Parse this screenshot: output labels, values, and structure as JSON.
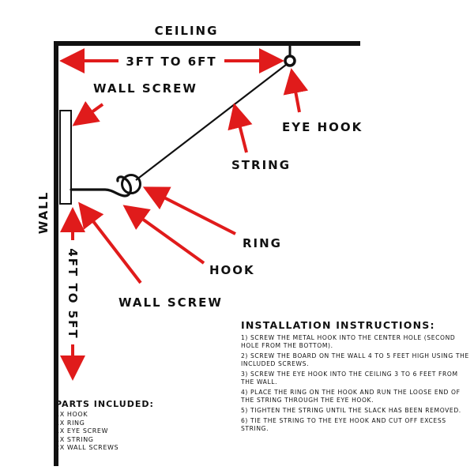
{
  "labels": {
    "ceiling": "CEILING",
    "ceiling_span": "3FT TO 6FT",
    "wall_screw_top": "WALL SCREW",
    "eye_hook": "EYE HOOK",
    "string": "STRING",
    "wall": "WALL",
    "ring": "RING",
    "hook": "HOOK",
    "wall_span": "4FT TO 5FT",
    "wall_screw_bottom": "WALL SCREW"
  },
  "instructions": {
    "title": "INSTALLATION INSTRUCTIONS:",
    "steps": [
      "1) Screw the metal hook into the center hole (second hole from the bottom).",
      "2) Screw the board on the wall 4 to 5 feet high using the included screws.",
      "3) Screw the eye hook into the ceiling 3 to 6 feet from the wall.",
      "4) Place the ring on the hook and run the loose end of the string through the eye hook.",
      "5) Tighten the string until the slack has been removed.",
      "6) Tie the string to the eye hook and cut off excess string."
    ]
  },
  "parts": {
    "title": "PARTS INCLUDED:",
    "items": [
      "1X HOOK",
      "1X RING",
      "1X EYE SCREW",
      "1X STRING",
      "2X WALL SCREWS"
    ]
  },
  "colors": {
    "structure": "#111111",
    "arrow": "#e01b1b"
  }
}
